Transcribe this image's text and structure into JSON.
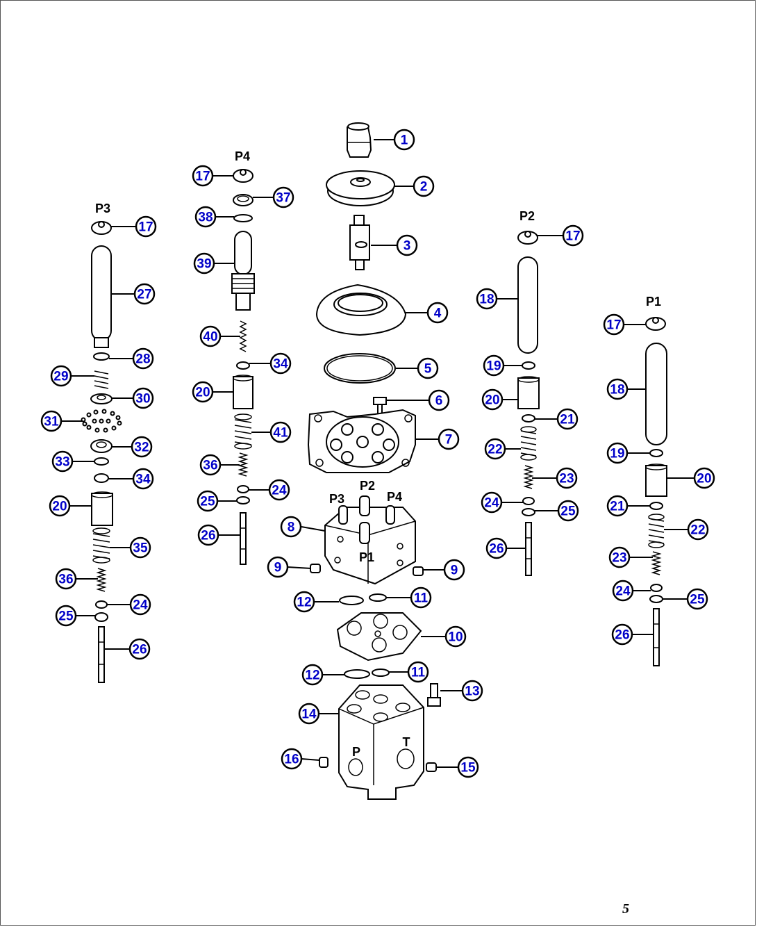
{
  "diagram": {
    "port_labels": {
      "p1_col": "P1",
      "p2_col": "P2",
      "p3_col": "P3",
      "p4_col": "P4",
      "body_p1": "P1",
      "body_p2": "P2",
      "body_p3": "P3",
      "body_p4": "P4",
      "base_p": "P",
      "base_t": "T"
    },
    "callouts": [
      "1",
      "2",
      "3",
      "4",
      "5",
      "6",
      "7",
      "8",
      "9",
      "9",
      "10",
      "11",
      "11",
      "12",
      "12",
      "13",
      "14",
      "15",
      "16",
      "17",
      "38",
      "37",
      "39",
      "40",
      "34",
      "20",
      "41",
      "36",
      "24",
      "25",
      "26",
      "17",
      "27",
      "28",
      "29",
      "30",
      "31",
      "32",
      "33",
      "34",
      "20",
      "35",
      "36",
      "24",
      "25",
      "26",
      "17",
      "18",
      "19",
      "20",
      "21",
      "22",
      "23",
      "24",
      "25",
      "26",
      "17",
      "18",
      "19",
      "20",
      "21",
      "22",
      "23",
      "24",
      "25",
      "26"
    ],
    "page_mark": "5"
  }
}
